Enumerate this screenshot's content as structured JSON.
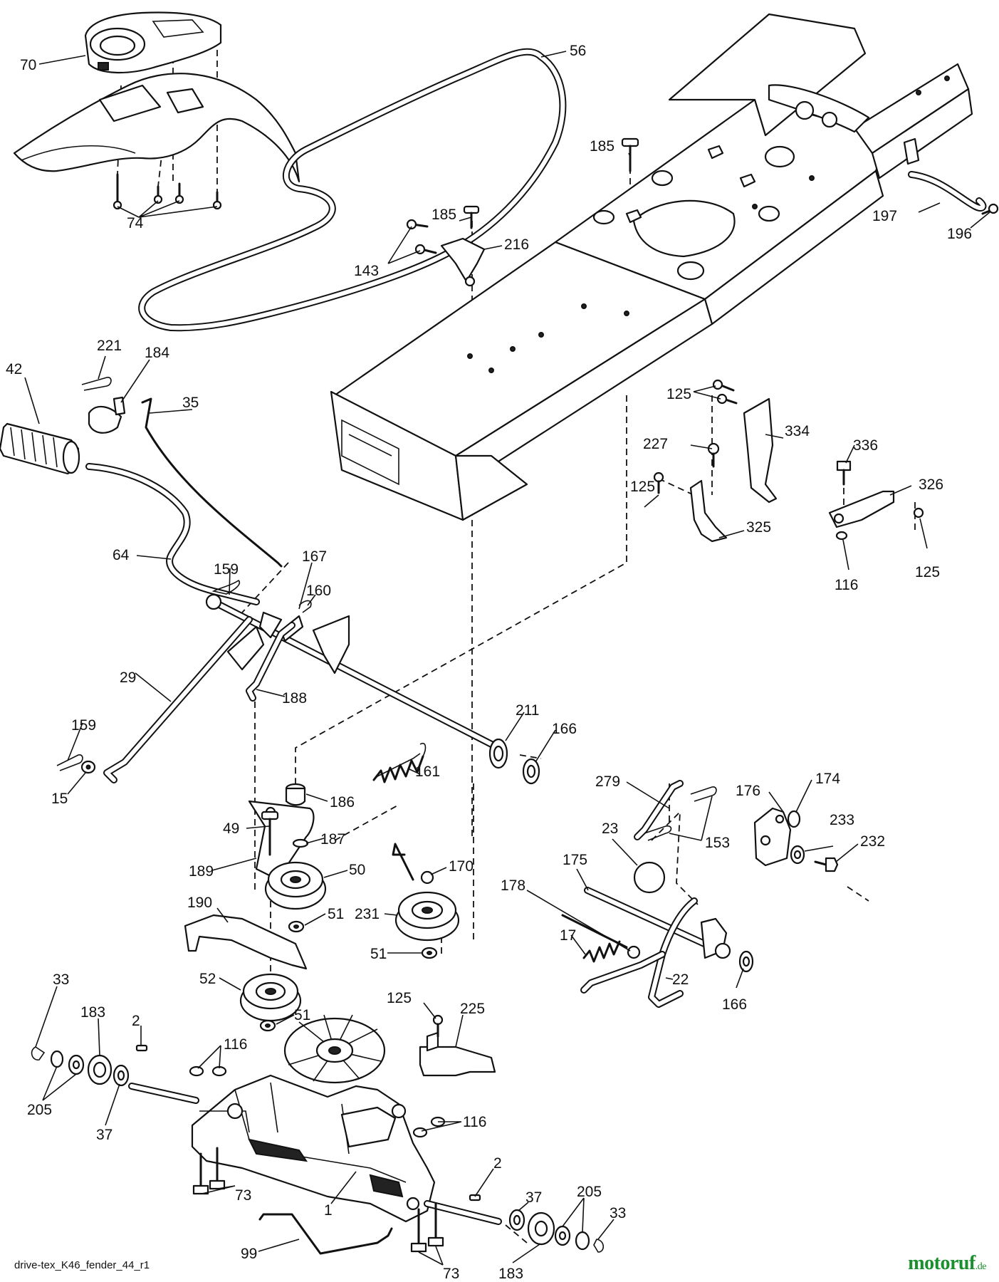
{
  "footer": {
    "drawing_id": "drive-tex_K46_fender_44_r1",
    "brand_name": "motoruf",
    "brand_tld": ".de"
  },
  "colors": {
    "ink": "#111111",
    "brand": "#1a8f2e",
    "background": "#ffffff"
  },
  "callouts": [
    {
      "id": "c70",
      "text": "70"
    },
    {
      "id": "c56",
      "text": "56"
    },
    {
      "id": "c74",
      "text": "74"
    },
    {
      "id": "c185a",
      "text": "185"
    },
    {
      "id": "c185b",
      "text": "185"
    },
    {
      "id": "c216",
      "text": "216"
    },
    {
      "id": "c143",
      "text": "143"
    },
    {
      "id": "c197",
      "text": "197"
    },
    {
      "id": "c196",
      "text": "196"
    },
    {
      "id": "c221",
      "text": "221"
    },
    {
      "id": "c184",
      "text": "184"
    },
    {
      "id": "c42",
      "text": "42"
    },
    {
      "id": "c35",
      "text": "35"
    },
    {
      "id": "c125a",
      "text": "125"
    },
    {
      "id": "c334",
      "text": "334"
    },
    {
      "id": "c227",
      "text": "227"
    },
    {
      "id": "c336",
      "text": "336"
    },
    {
      "id": "c326",
      "text": "326"
    },
    {
      "id": "c125b",
      "text": "125"
    },
    {
      "id": "c325",
      "text": "325"
    },
    {
      "id": "c125c",
      "text": "125"
    },
    {
      "id": "c116a",
      "text": "116"
    },
    {
      "id": "c64",
      "text": "64"
    },
    {
      "id": "c159a",
      "text": "159"
    },
    {
      "id": "c167",
      "text": "167"
    },
    {
      "id": "c160",
      "text": "160"
    },
    {
      "id": "c29",
      "text": "29"
    },
    {
      "id": "c188",
      "text": "188"
    },
    {
      "id": "c211",
      "text": "211"
    },
    {
      "id": "c166a",
      "text": "166"
    },
    {
      "id": "c159b",
      "text": "159"
    },
    {
      "id": "c15",
      "text": "15"
    },
    {
      "id": "c161",
      "text": "161"
    },
    {
      "id": "c186",
      "text": "186"
    },
    {
      "id": "c279",
      "text": "279"
    },
    {
      "id": "c176",
      "text": "176"
    },
    {
      "id": "c174",
      "text": "174"
    },
    {
      "id": "c49",
      "text": "49"
    },
    {
      "id": "c187",
      "text": "187"
    },
    {
      "id": "c153",
      "text": "153"
    },
    {
      "id": "c233",
      "text": "233"
    },
    {
      "id": "c23",
      "text": "23"
    },
    {
      "id": "c232",
      "text": "232"
    },
    {
      "id": "c189",
      "text": "189"
    },
    {
      "id": "c50",
      "text": "50"
    },
    {
      "id": "c170",
      "text": "170"
    },
    {
      "id": "c175",
      "text": "175"
    },
    {
      "id": "c178",
      "text": "178"
    },
    {
      "id": "c190",
      "text": "190"
    },
    {
      "id": "c51a",
      "text": "51"
    },
    {
      "id": "c231",
      "text": "231"
    },
    {
      "id": "c17",
      "text": "17"
    },
    {
      "id": "c51b",
      "text": "51"
    },
    {
      "id": "c22",
      "text": "22"
    },
    {
      "id": "c52",
      "text": "52"
    },
    {
      "id": "c166b",
      "text": "166"
    },
    {
      "id": "c51c",
      "text": "51"
    },
    {
      "id": "c33a",
      "text": "33"
    },
    {
      "id": "c125d",
      "text": "125"
    },
    {
      "id": "c225",
      "text": "225"
    },
    {
      "id": "c183a",
      "text": "183"
    },
    {
      "id": "c2a",
      "text": "2"
    },
    {
      "id": "c116b",
      "text": "116"
    },
    {
      "id": "c205a",
      "text": "205"
    },
    {
      "id": "c116c",
      "text": "116"
    },
    {
      "id": "c37a",
      "text": "37"
    },
    {
      "id": "c2b",
      "text": "2"
    },
    {
      "id": "c73a",
      "text": "73"
    },
    {
      "id": "c37b",
      "text": "37"
    },
    {
      "id": "c205b",
      "text": "205"
    },
    {
      "id": "c33b",
      "text": "33"
    },
    {
      "id": "c1",
      "text": "1"
    },
    {
      "id": "c99",
      "text": "99"
    },
    {
      "id": "c183b",
      "text": "183"
    },
    {
      "id": "c73b",
      "text": "73"
    }
  ]
}
